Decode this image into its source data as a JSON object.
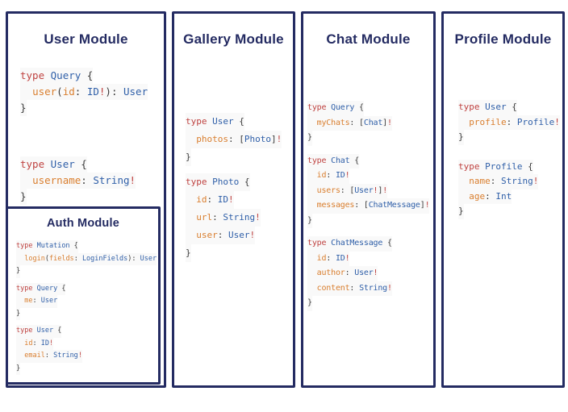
{
  "colors": {
    "navy": "#242b62",
    "keyword_red": "#bf4240",
    "type_blue": "#2f5fa8",
    "field_orange": "#d97e2e",
    "punctuation": "#3a3a3a",
    "background": "#ffffff"
  },
  "panels": [
    {
      "title": "User Module",
      "code": [
        [
          [
            [
              "k",
              "type"
            ],
            [
              "p",
              " "
            ],
            [
              "t",
              "Query"
            ],
            [
              "p",
              " {"
            ]
          ],
          [
            [
              "p",
              "  "
            ],
            [
              "f",
              "user"
            ],
            [
              "p",
              "("
            ],
            [
              "f",
              "id"
            ],
            [
              "p",
              ": "
            ],
            [
              "t",
              "ID"
            ],
            [
              "r",
              "!"
            ],
            [
              "p",
              "): "
            ],
            [
              "t",
              "User"
            ]
          ],
          [
            [
              "p",
              "}"
            ]
          ]
        ],
        [
          [
            [
              "k",
              "type"
            ],
            [
              "p",
              " "
            ],
            [
              "t",
              "User"
            ],
            [
              "p",
              " {"
            ]
          ],
          [
            [
              "p",
              "  "
            ],
            [
              "f",
              "username"
            ],
            [
              "p",
              ": "
            ],
            [
              "t",
              "String"
            ],
            [
              "r",
              "!"
            ]
          ],
          [
            [
              "p",
              "}"
            ]
          ]
        ]
      ],
      "nested": {
        "title": "Auth Module",
        "code": [
          [
            [
              [
                "k",
                "type"
              ],
              [
                "p",
                " "
              ],
              [
                "t",
                "Mutation"
              ],
              [
                "p",
                " {"
              ]
            ],
            [
              [
                "p",
                "  "
              ],
              [
                "f",
                "login"
              ],
              [
                "p",
                "("
              ],
              [
                "f",
                "fields"
              ],
              [
                "p",
                ": "
              ],
              [
                "t",
                "LoginFields"
              ],
              [
                "p",
                "): "
              ],
              [
                "t",
                "User"
              ]
            ],
            [
              [
                "p",
                "}"
              ]
            ]
          ],
          [
            [
              [
                "k",
                "type"
              ],
              [
                "p",
                " "
              ],
              [
                "t",
                "Query"
              ],
              [
                "p",
                " {"
              ]
            ],
            [
              [
                "p",
                "  "
              ],
              [
                "f",
                "me"
              ],
              [
                "p",
                ": "
              ],
              [
                "t",
                "User"
              ]
            ],
            [
              [
                "p",
                "}"
              ]
            ]
          ],
          [
            [
              [
                "k",
                "type"
              ],
              [
                "p",
                " "
              ],
              [
                "t",
                "User"
              ],
              [
                "p",
                " {"
              ]
            ],
            [
              [
                "p",
                "  "
              ],
              [
                "f",
                "id"
              ],
              [
                "p",
                ": "
              ],
              [
                "t",
                "ID"
              ],
              [
                "r",
                "!"
              ]
            ],
            [
              [
                "p",
                "  "
              ],
              [
                "f",
                "email"
              ],
              [
                "p",
                ": "
              ],
              [
                "t",
                "String"
              ],
              [
                "r",
                "!"
              ]
            ],
            [
              [
                "p",
                "}"
              ]
            ]
          ]
        ]
      }
    },
    {
      "title": "Gallery Module",
      "code": [
        [
          [
            [
              "k",
              "type"
            ],
            [
              "p",
              " "
            ],
            [
              "t",
              "User"
            ],
            [
              "p",
              " {"
            ]
          ],
          [
            [
              "p",
              "  "
            ],
            [
              "f",
              "photos"
            ],
            [
              "p",
              ": ["
            ],
            [
              "t",
              "Photo"
            ],
            [
              "p",
              "]"
            ],
            [
              "r",
              "!"
            ]
          ],
          [
            [
              "p",
              "}"
            ]
          ]
        ],
        [
          [
            [
              "k",
              "type"
            ],
            [
              "p",
              " "
            ],
            [
              "t",
              "Photo"
            ],
            [
              "p",
              " {"
            ]
          ],
          [
            [
              "p",
              "  "
            ],
            [
              "f",
              "id"
            ],
            [
              "p",
              ": "
            ],
            [
              "t",
              "ID"
            ],
            [
              "r",
              "!"
            ]
          ],
          [
            [
              "p",
              "  "
            ],
            [
              "f",
              "url"
            ],
            [
              "p",
              ": "
            ],
            [
              "t",
              "String"
            ],
            [
              "r",
              "!"
            ]
          ],
          [
            [
              "p",
              "  "
            ],
            [
              "f",
              "user"
            ],
            [
              "p",
              ": "
            ],
            [
              "t",
              "User"
            ],
            [
              "r",
              "!"
            ]
          ],
          [
            [
              "p",
              "}"
            ]
          ]
        ]
      ]
    },
    {
      "title": "Chat Module",
      "code": [
        [
          [
            [
              "k",
              "type"
            ],
            [
              "p",
              " "
            ],
            [
              "t",
              "Query"
            ],
            [
              "p",
              " {"
            ]
          ],
          [
            [
              "p",
              "  "
            ],
            [
              "f",
              "myChats"
            ],
            [
              "p",
              ": ["
            ],
            [
              "t",
              "Chat"
            ],
            [
              "p",
              "]"
            ],
            [
              "r",
              "!"
            ]
          ],
          [
            [
              "p",
              "}"
            ]
          ]
        ],
        [
          [
            [
              "k",
              "type"
            ],
            [
              "p",
              " "
            ],
            [
              "t",
              "Chat"
            ],
            [
              "p",
              " {"
            ]
          ],
          [
            [
              "p",
              "  "
            ],
            [
              "f",
              "id"
            ],
            [
              "p",
              ": "
            ],
            [
              "t",
              "ID"
            ],
            [
              "r",
              "!"
            ]
          ],
          [
            [
              "p",
              "  "
            ],
            [
              "f",
              "users"
            ],
            [
              "p",
              ": ["
            ],
            [
              "t",
              "User"
            ],
            [
              "r",
              "!"
            ],
            [
              "p",
              "]"
            ],
            [
              "r",
              "!"
            ]
          ],
          [
            [
              "p",
              "  "
            ],
            [
              "f",
              "messages"
            ],
            [
              "p",
              ": ["
            ],
            [
              "t",
              "ChatMessage"
            ],
            [
              "p",
              "]"
            ],
            [
              "r",
              "!"
            ]
          ],
          [
            [
              "p",
              "}"
            ]
          ]
        ],
        [
          [
            [
              "k",
              "type"
            ],
            [
              "p",
              " "
            ],
            [
              "t",
              "ChatMessage"
            ],
            [
              "p",
              " {"
            ]
          ],
          [
            [
              "p",
              "  "
            ],
            [
              "f",
              "id"
            ],
            [
              "p",
              ": "
            ],
            [
              "t",
              "ID"
            ],
            [
              "r",
              "!"
            ]
          ],
          [
            [
              "p",
              "  "
            ],
            [
              "f",
              "author"
            ],
            [
              "p",
              ": "
            ],
            [
              "t",
              "User"
            ],
            [
              "r",
              "!"
            ]
          ],
          [
            [
              "p",
              "  "
            ],
            [
              "f",
              "content"
            ],
            [
              "p",
              ": "
            ],
            [
              "t",
              "String"
            ],
            [
              "r",
              "!"
            ]
          ],
          [
            [
              "p",
              "}"
            ]
          ]
        ]
      ]
    },
    {
      "title": "Profile Module",
      "code": [
        [
          [
            [
              "k",
              "type"
            ],
            [
              "p",
              " "
            ],
            [
              "t",
              "User"
            ],
            [
              "p",
              " {"
            ]
          ],
          [
            [
              "p",
              "  "
            ],
            [
              "f",
              "profile"
            ],
            [
              "p",
              ": "
            ],
            [
              "t",
              "Profile"
            ],
            [
              "r",
              "!"
            ]
          ],
          [
            [
              "p",
              "}"
            ]
          ]
        ],
        [
          [
            [
              "k",
              "type"
            ],
            [
              "p",
              " "
            ],
            [
              "t",
              "Profile"
            ],
            [
              "p",
              " {"
            ]
          ],
          [
            [
              "p",
              "  "
            ],
            [
              "f",
              "name"
            ],
            [
              "p",
              ": "
            ],
            [
              "t",
              "String"
            ],
            [
              "r",
              "!"
            ]
          ],
          [
            [
              "p",
              "  "
            ],
            [
              "f",
              "age"
            ],
            [
              "p",
              ": "
            ],
            [
              "t",
              "Int"
            ]
          ],
          [
            [
              "p",
              "}"
            ]
          ]
        ]
      ]
    }
  ]
}
